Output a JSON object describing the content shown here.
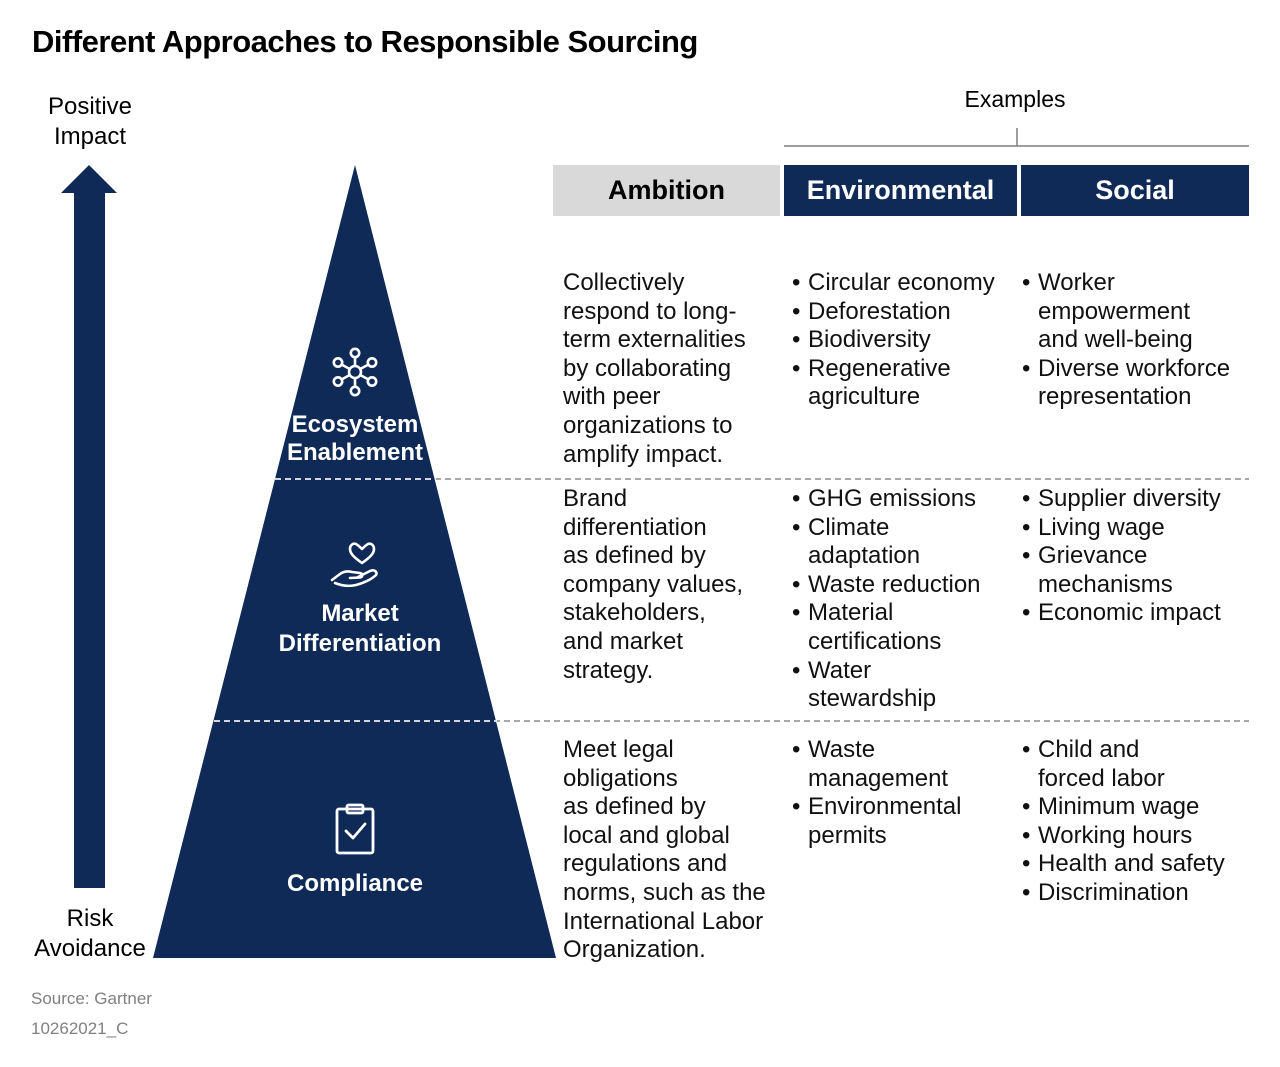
{
  "title": "Different Approaches to Responsible Sourcing",
  "axis": {
    "top_line1": "Positive",
    "top_line2": "Impact",
    "bottom_line1": "Risk",
    "bottom_line2": "Avoidance"
  },
  "tiers": [
    {
      "line1": "Ecosystem",
      "line2": "Enablement",
      "icon": "network-nodes-icon"
    },
    {
      "line1": "Market",
      "line2": "Differentiation",
      "icon": "heart-in-hand-icon"
    },
    {
      "line1": "Compliance",
      "line2": "",
      "icon": "clipboard-check-icon"
    }
  ],
  "examples_label": "Examples",
  "headers": {
    "ambition": "Ambition",
    "environmental": "Environmental",
    "social": "Social"
  },
  "rows": [
    {
      "ambition": "Collectively\nrespond to long-\nterm externalities\nby collaborating\nwith peer\norganizations to\namplify impact.",
      "environmental": [
        "Circular economy",
        "Deforestation",
        "Biodiversity",
        "Regenerative\nagriculture"
      ],
      "social": [
        "Worker\nempowerment\nand well-being",
        "Diverse workforce\nrepresentation"
      ]
    },
    {
      "ambition": "Brand\ndifferentiation\nas defined by\ncompany values,\nstakeholders,\n and market\nstrategy.",
      "environmental": [
        "GHG emissions",
        "Climate\nadaptation",
        "Waste reduction",
        "Material\ncertifications",
        "Water\nstewardship"
      ],
      "social": [
        "Supplier diversity",
        "Living wage",
        "Grievance\nmechanisms",
        "Economic impact"
      ]
    },
    {
      "ambition": "Meet legal\nobligations\nas defined by\nlocal and global\nregulations and\nnorms, such as the\nInternational Labor\nOrganization.",
      "environmental": [
        "Waste\nmanagement",
        "Environmental\npermits"
      ],
      "social": [
        "Child and\nforced labor",
        "Minimum wage",
        "Working hours",
        "Health and safety",
        "Discrimination"
      ]
    }
  ],
  "footer": {
    "source": "Source: Gartner",
    "id": "10262021_C"
  },
  "colors": {
    "navy": "#0f2a57",
    "header_gray": "#d9d9d9",
    "divider_gray": "#8c8c8c"
  }
}
